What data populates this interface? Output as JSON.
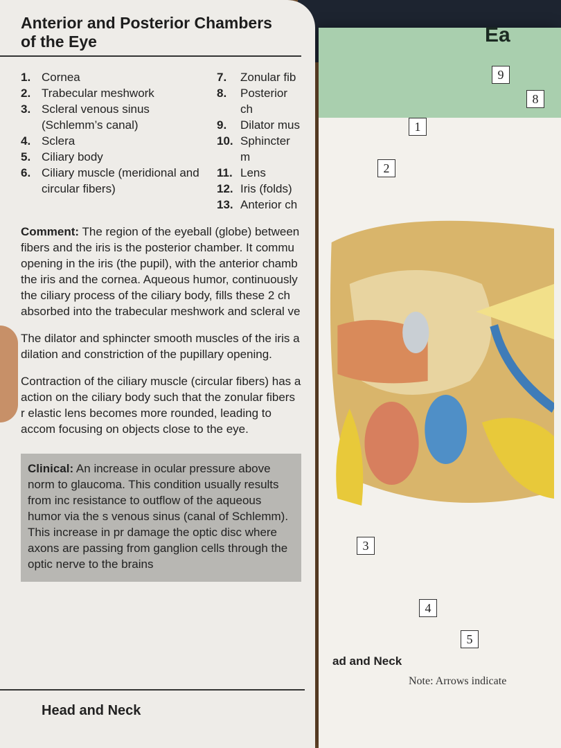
{
  "left_page": {
    "title_line1": "Anterior and Posterior Chambers",
    "title_line2": "of the Eye",
    "list_left": [
      {
        "num": "1.",
        "text": "Cornea"
      },
      {
        "num": "2.",
        "text": "Trabecular meshwork"
      },
      {
        "num": "3.",
        "text": "Scleral venous sinus (Schlemm’s canal)"
      },
      {
        "num": "4.",
        "text": "Sclera"
      },
      {
        "num": "5.",
        "text": "Ciliary body"
      },
      {
        "num": "6.",
        "text": "Ciliary muscle (meridional and circular fibers)"
      }
    ],
    "list_right": [
      {
        "num": "7.",
        "text": "Zonular fib"
      },
      {
        "num": "8.",
        "text": "Posterior ch"
      },
      {
        "num": "9.",
        "text": "Dilator mus"
      },
      {
        "num": "10.",
        "text": "Sphincter m"
      },
      {
        "num": "11.",
        "text": "Lens"
      },
      {
        "num": "12.",
        "text": "Iris (folds)"
      },
      {
        "num": "13.",
        "text": "Anterior ch"
      }
    ],
    "comment_label": "Comment:",
    "comment_text": "The region of the eyeball (globe) between fibers and the iris is the posterior chamber. It commu opening in the iris (the pupil), with the anterior chamb the iris and the cornea. Aqueous humor, continuously the ciliary process of the ciliary body, fills these 2 ch absorbed into the trabecular meshwork and scleral ve",
    "para2": "The dilator and sphincter smooth muscles of the iris a dilation and constriction of the pupillary opening.",
    "para3": "Contraction of the ciliary muscle (circular fibers) has a action on the ciliary body such that the zonular fibers r elastic lens becomes more rounded, leading to accom focusing on objects close to the eye.",
    "clinical_label": "Clinical:",
    "clinical_text": "An increase in ocular pressure above norm to glaucoma. This condition usually results from inc resistance to outflow of the aqueous humor via the s venous sinus (canal of Schlemm). This increase in pr damage the optic disc where axons are passing from ganglion cells through the optic nerve to the brains",
    "footer": "Head and Neck"
  },
  "right_page": {
    "header": "Ea",
    "labels": [
      "9",
      "8",
      "1",
      "2",
      "3",
      "4",
      "5"
    ],
    "footer": "ad and Neck",
    "note": "Note: Arrows indicate"
  }
}
